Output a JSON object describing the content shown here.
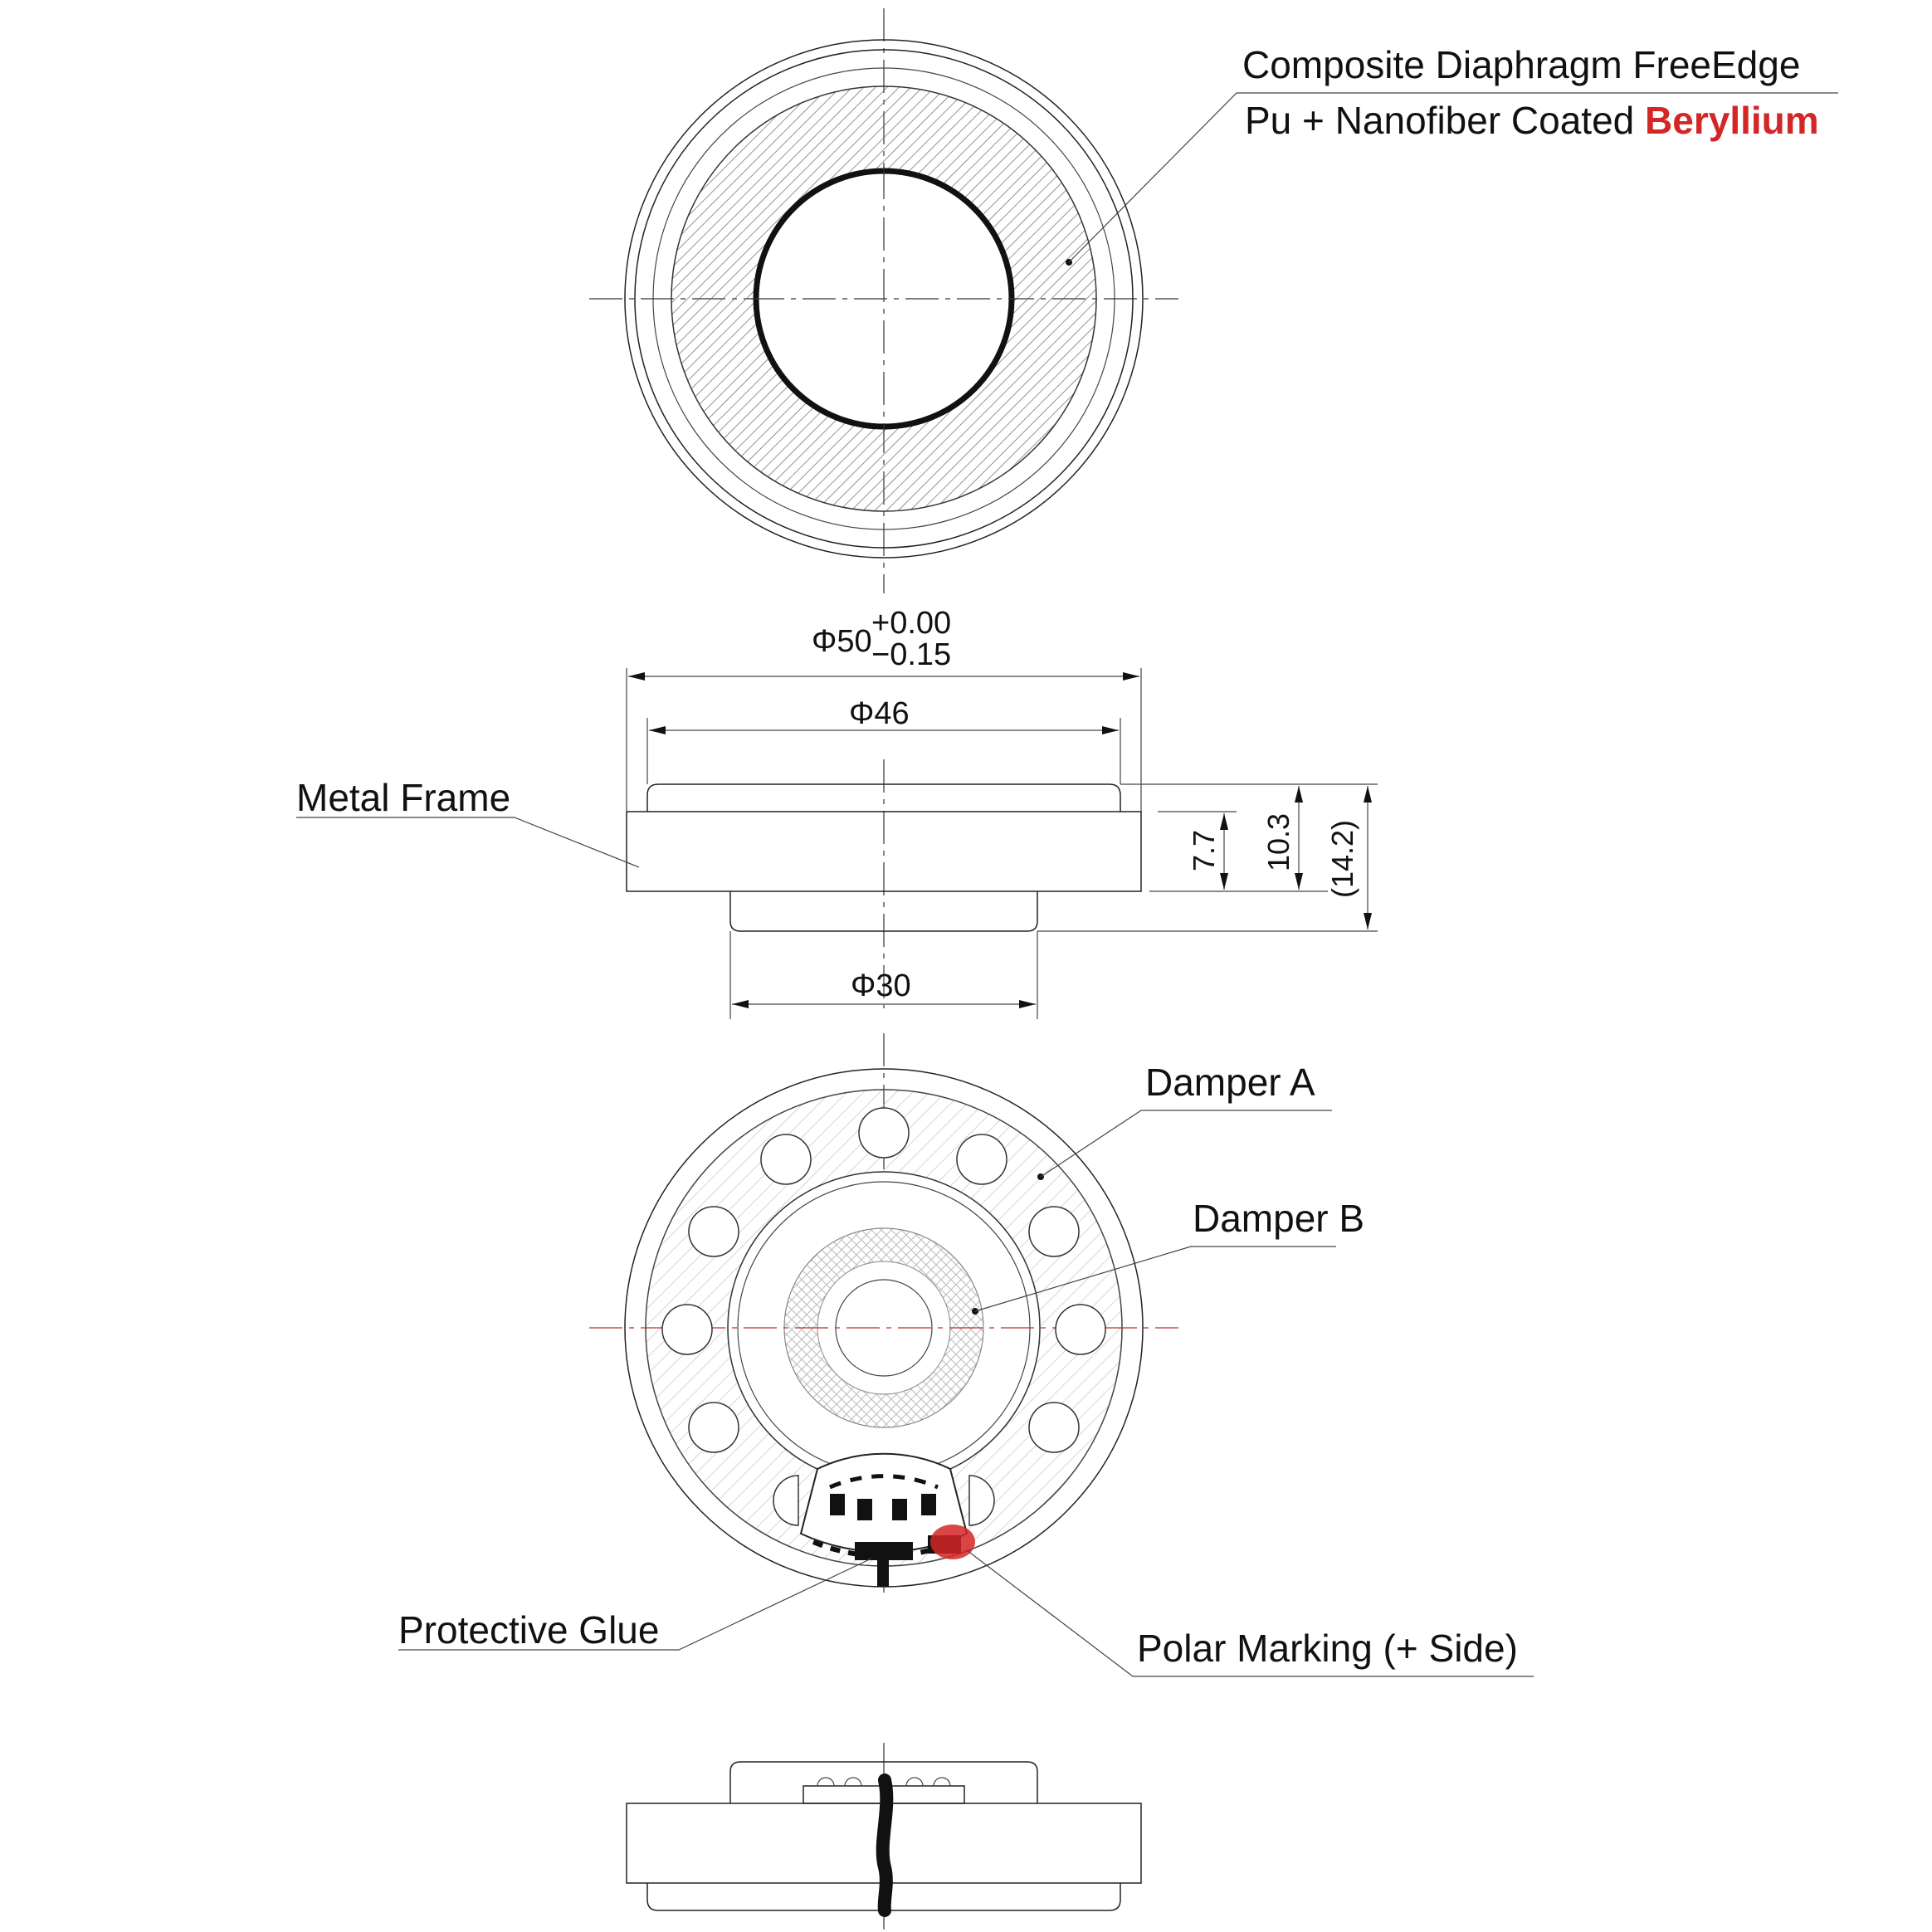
{
  "top_view": {
    "callout_line1": "Composite Diaphragm FreeEdge",
    "callout_line2_prefix": "Pu + Nanofiber  Coated ",
    "callout_line2_accent": "Beryllium"
  },
  "side_view": {
    "outer_diameter": "Φ50",
    "tolerance_upper": "+0.00",
    "tolerance_lower": "−0.15",
    "inner_diameter": "Φ46",
    "bottom_diameter": "Φ30",
    "height_frame": "7.7",
    "height_total": "10.3",
    "height_overall": "(14.2)",
    "frame_label": "Metal Frame"
  },
  "rear_view": {
    "damper_a": "Damper A",
    "damper_b": "Damper B",
    "protective_glue": "Protective Glue",
    "polar_marking": "Polar Marking (+ Side)"
  },
  "colors": {
    "accent": "#d32626",
    "line": "#222222",
    "hatch": "#777777"
  }
}
